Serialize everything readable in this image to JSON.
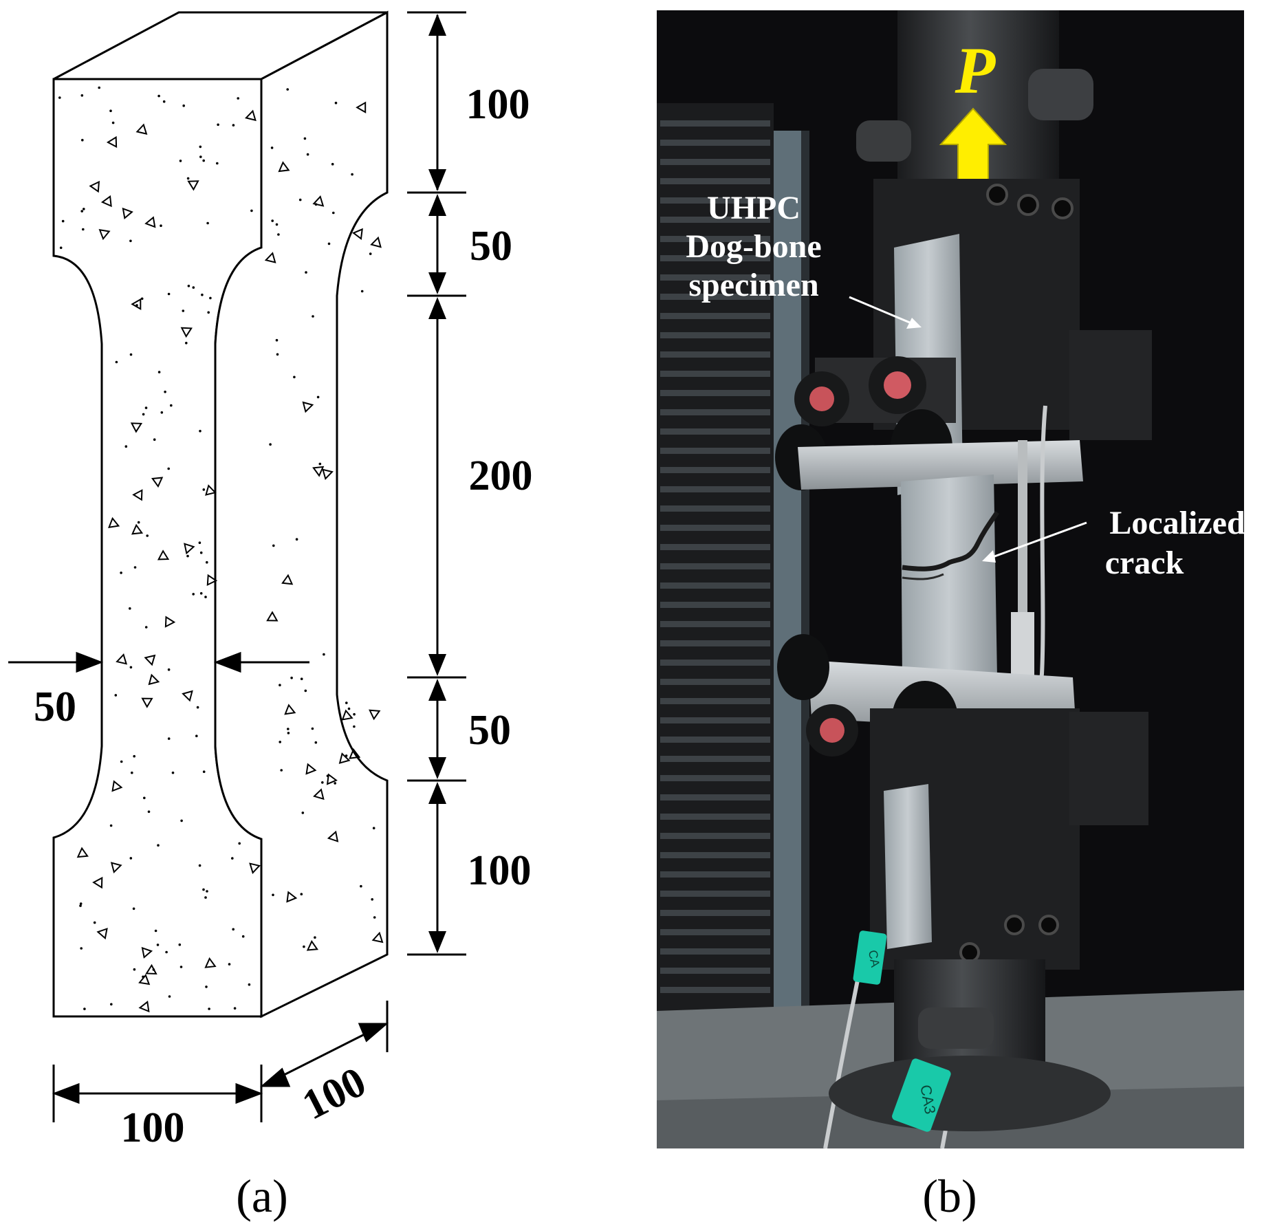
{
  "panel_a": {
    "caption": "(a)",
    "dims": {
      "top_block_height": "100",
      "upper_transition": "50",
      "gauge_length": "200",
      "lower_transition": "50",
      "bottom_block_height": "100",
      "neck_width": "50",
      "base_width": "100",
      "depth": "100"
    }
  },
  "panel_b": {
    "caption": "(b)",
    "load_label": "P",
    "specimen_label": [
      "UHPC",
      "Dog-bone",
      "specimen"
    ],
    "crack_label": [
      "Localized",
      "crack"
    ],
    "tape_labels": [
      "CA",
      "CA3"
    ]
  },
  "colors": {
    "load_arrow": "#ffee00",
    "tape": "#19c9a9",
    "background_photo": "#0c0c0e",
    "specimen": "#b9c0c4"
  }
}
